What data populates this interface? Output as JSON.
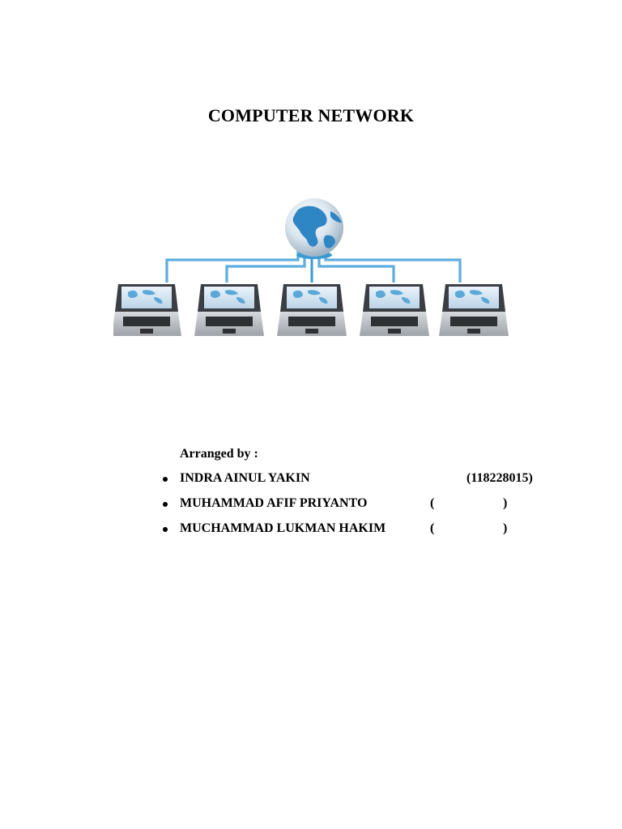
{
  "document": {
    "title": "COMPUTER NETWORK",
    "arranged_by_label": "Arranged by :",
    "authors": [
      {
        "name": "INDRA AINUL YAKIN",
        "id": "(118228015)"
      },
      {
        "name": "MUHAMMAD AFIF PRIYANTO",
        "id_open": "(",
        "id_close": ")"
      },
      {
        "name": "MUCHAMMAD LUKMAN HAKIM",
        "id_open": "(",
        "id_close": ")"
      }
    ]
  },
  "illustration": {
    "icon": "network-globe-laptops-illustration",
    "globe_color": "#2f86c4",
    "cable_color": "#3a9ad4",
    "laptop_color": "#b8bcc2"
  }
}
